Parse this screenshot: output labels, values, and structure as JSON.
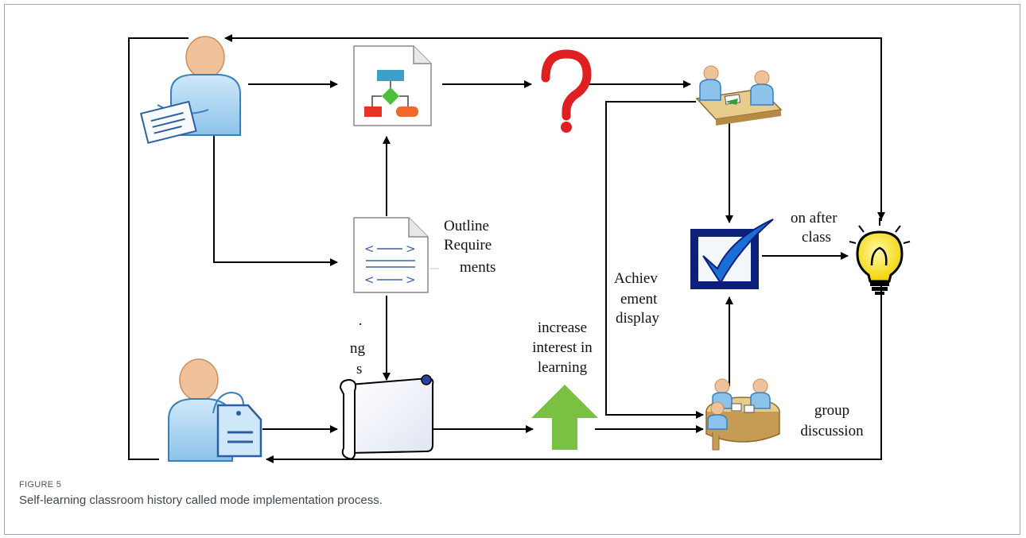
{
  "figure": {
    "number": "FIGURE 5",
    "caption": "Self-learning classroom history called mode implementation process."
  },
  "labels": {
    "outline": [
      "Outline",
      "Require",
      "ments"
    ],
    "partial": [
      "·",
      "ng",
      "s"
    ],
    "interest": [
      "increase",
      "interest in",
      "learning"
    ],
    "achievement": [
      "Achiev",
      "ement",
      "display"
    ],
    "after_class": [
      "on after",
      "class"
    ],
    "group": [
      "group",
      "discussion"
    ]
  },
  "icons": {
    "teacher": "teacher-with-document-icon",
    "student": "student-with-tag-icon",
    "flowchart": "flowchart-document-icon",
    "question": "question-mark-icon",
    "meeting": "two-people-meeting-icon",
    "outline_doc": "code-document-icon",
    "scroll": "scroll-icon",
    "up_arrow": "green-up-arrow-icon",
    "checkbox": "checkmark-box-icon",
    "bulb": "light-bulb-icon",
    "group": "group-discussion-table-icon"
  },
  "colors": {
    "line": "#000000",
    "person": "#a9d3ef",
    "person_outline": "#3b7fb8",
    "skin": "#f0c29a",
    "question": "#e02020",
    "arrow_green": "#79c043",
    "check_frame": "#0c1f7a",
    "check_mark": "#1a6fd6",
    "bulb": "#f6e01c"
  }
}
